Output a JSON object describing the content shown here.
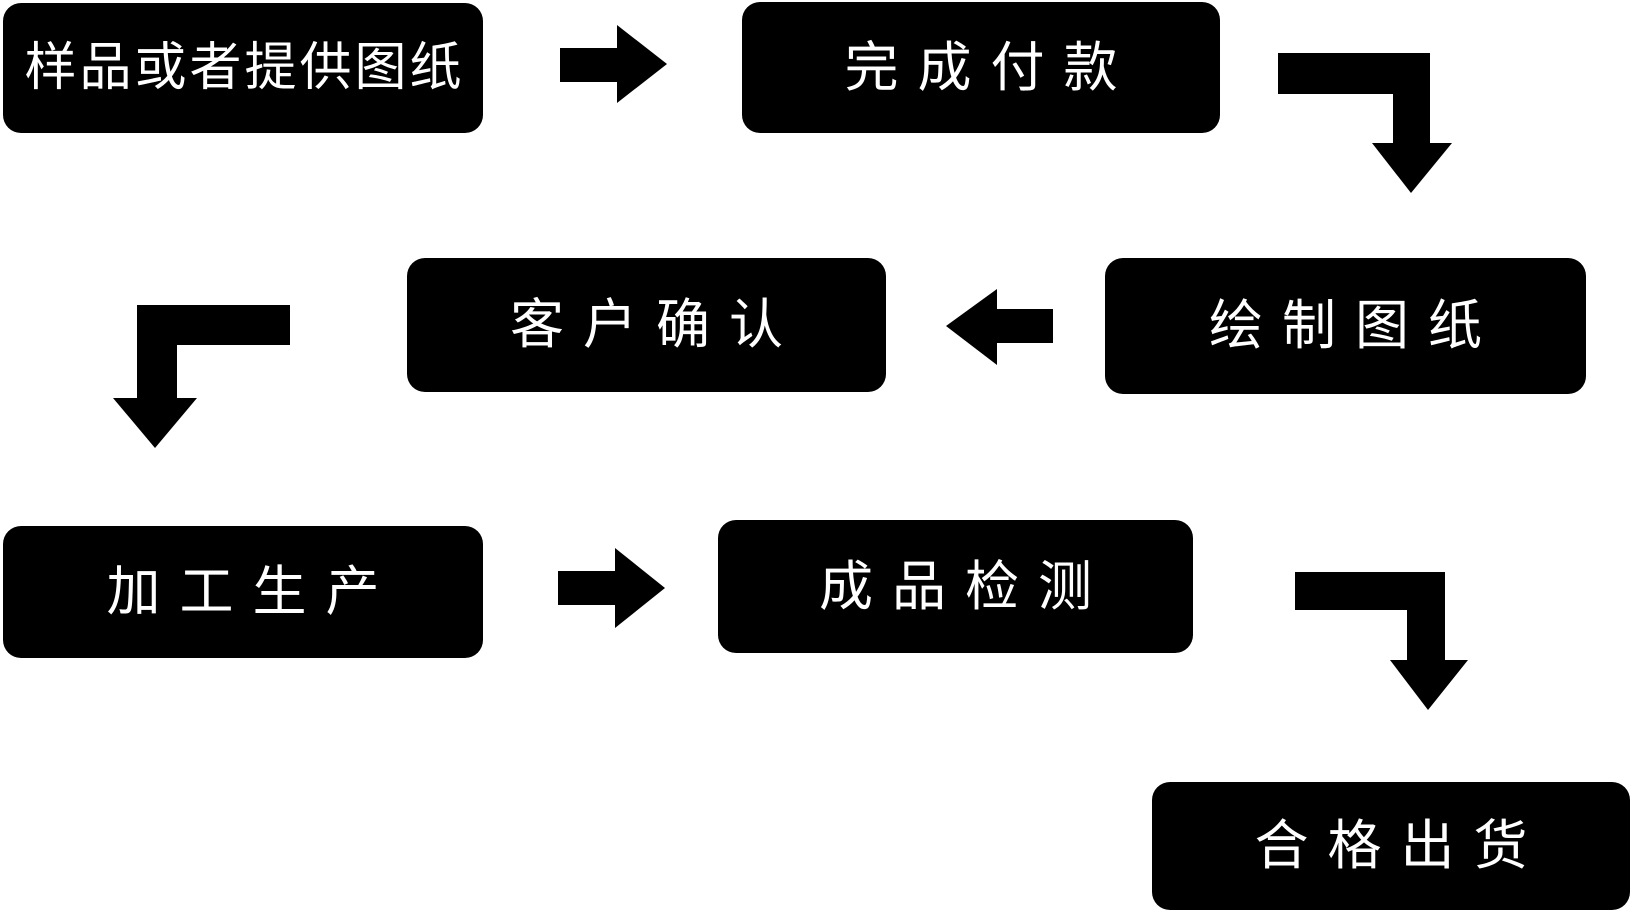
{
  "diagram": {
    "type": "flowchart",
    "background": "#ffffff",
    "node_style": {
      "fill": "#000000",
      "text_color": "#ffffff",
      "shape": "rounded-rectangle"
    },
    "arrow_color": "#000000",
    "nodes": [
      {
        "id": "step-1",
        "label": "样品或者提供图纸"
      },
      {
        "id": "step-2",
        "label": "完成付款"
      },
      {
        "id": "step-3",
        "label": "绘制图纸"
      },
      {
        "id": "step-4",
        "label": "客户确认"
      },
      {
        "id": "step-5",
        "label": "加工生产"
      },
      {
        "id": "step-6",
        "label": "成品检测"
      },
      {
        "id": "step-7",
        "label": "合格出货"
      }
    ],
    "edges": [
      {
        "from": "样品或者提供图纸",
        "to": "完成付款",
        "shape": "straight-right-arrow"
      },
      {
        "from": "完成付款",
        "to": "绘制图纸",
        "shape": "elbow-right-then-down-arrow"
      },
      {
        "from": "绘制图纸",
        "to": "客户确认",
        "shape": "straight-left-arrow"
      },
      {
        "from": "客户确认",
        "to": "加工生产",
        "shape": "elbow-left-then-down-arrow"
      },
      {
        "from": "加工生产",
        "to": "成品检测",
        "shape": "straight-right-arrow"
      },
      {
        "from": "成品检测",
        "to": "合格出货",
        "shape": "elbow-right-then-down-arrow"
      }
    ]
  }
}
